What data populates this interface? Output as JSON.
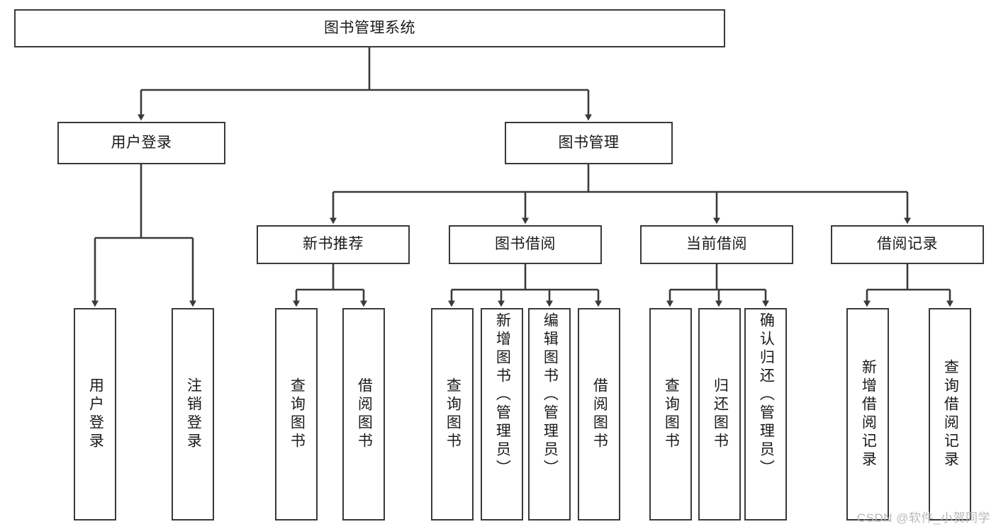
{
  "diagram": {
    "title": "图书管理系统",
    "type": "tree",
    "stroke_color": "#3a3a3a",
    "fill_color": "#ffffff",
    "text_color": "#1a1a1a",
    "root": {
      "label": "图书管理系统"
    },
    "level1": [
      {
        "label": "用户登录"
      },
      {
        "label": "图书管理"
      }
    ],
    "level2": [
      {
        "label": "新书推荐"
      },
      {
        "label": "图书借阅"
      },
      {
        "label": "当前借阅"
      },
      {
        "label": "借阅记录"
      }
    ],
    "leaves": [
      {
        "label": "用户登录"
      },
      {
        "label": "注销登录"
      },
      {
        "label": "查询图书"
      },
      {
        "label": "借阅图书"
      },
      {
        "label": "查询图书"
      },
      {
        "label": "新增图书（管理员）"
      },
      {
        "label": "编辑图书（管理员）"
      },
      {
        "label": "借阅图书"
      },
      {
        "label": "查询图书"
      },
      {
        "label": "归还图书"
      },
      {
        "label": "确认归还（管理员）"
      },
      {
        "label": "新增借阅记录"
      },
      {
        "label": "查询借阅记录"
      }
    ]
  },
  "watermark": {
    "text": "CSDN @软件_小贺同学"
  }
}
